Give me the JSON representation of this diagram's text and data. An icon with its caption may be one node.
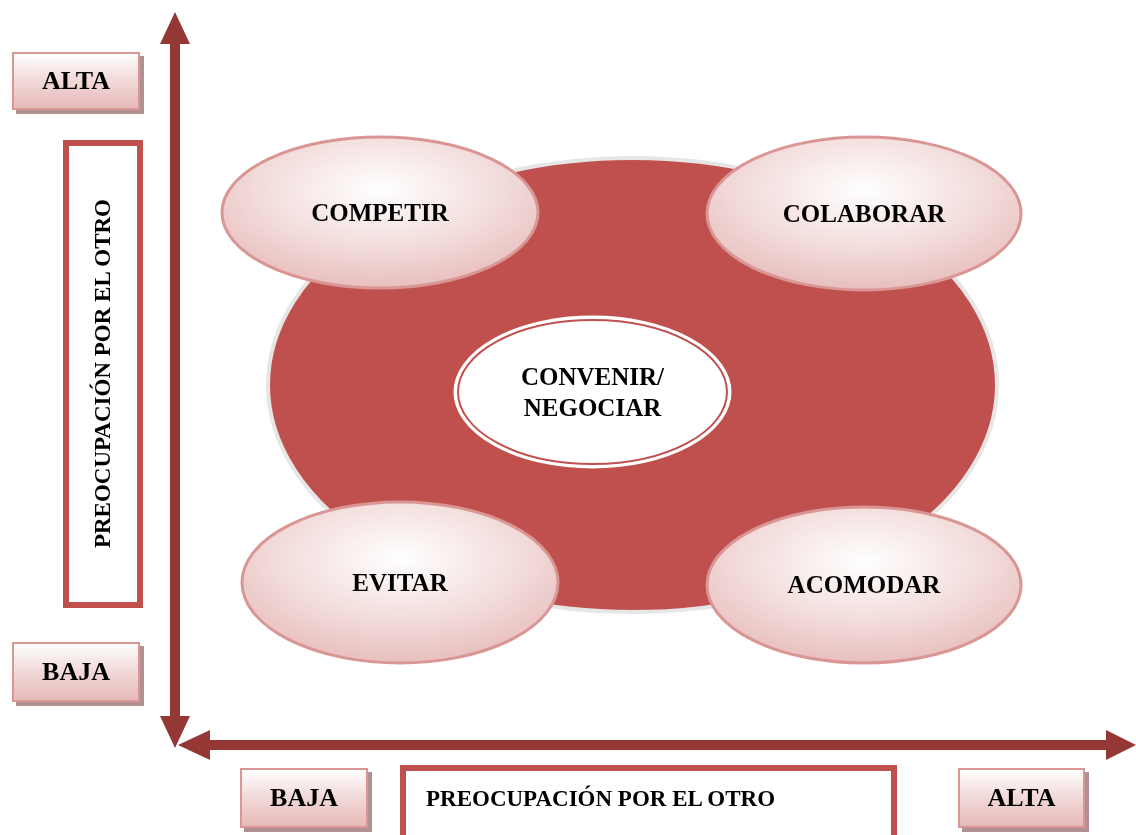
{
  "diagram": {
    "nodes": [
      {
        "text": [
          "ALTA"
        ]
      },
      {
        "text": [
          "PREOCUPACIÓN POR EL OTRO"
        ]
      },
      {
        "text": [],
        "shape": "ellipse"
      },
      {
        "text": [
          "COMPETIR"
        ]
      },
      {
        "text": [
          "COLABORAR"
        ]
      },
      {
        "text": [
          "CONVENIR/ NEGOCIAR"
        ],
        "in": 2
      },
      {
        "text": [
          "EVITAR"
        ]
      },
      {
        "text": [
          "ACOMODAR"
        ]
      },
      {
        "text": [
          "BAJA"
        ]
      },
      {
        "text": [
          "BAJA"
        ]
      },
      {
        "text": [
          "PREOCUPACIÓN POR EL OTRO"
        ]
      },
      {
        "text": [
          "ALTA"
        ]
      }
    ]
  }
}
